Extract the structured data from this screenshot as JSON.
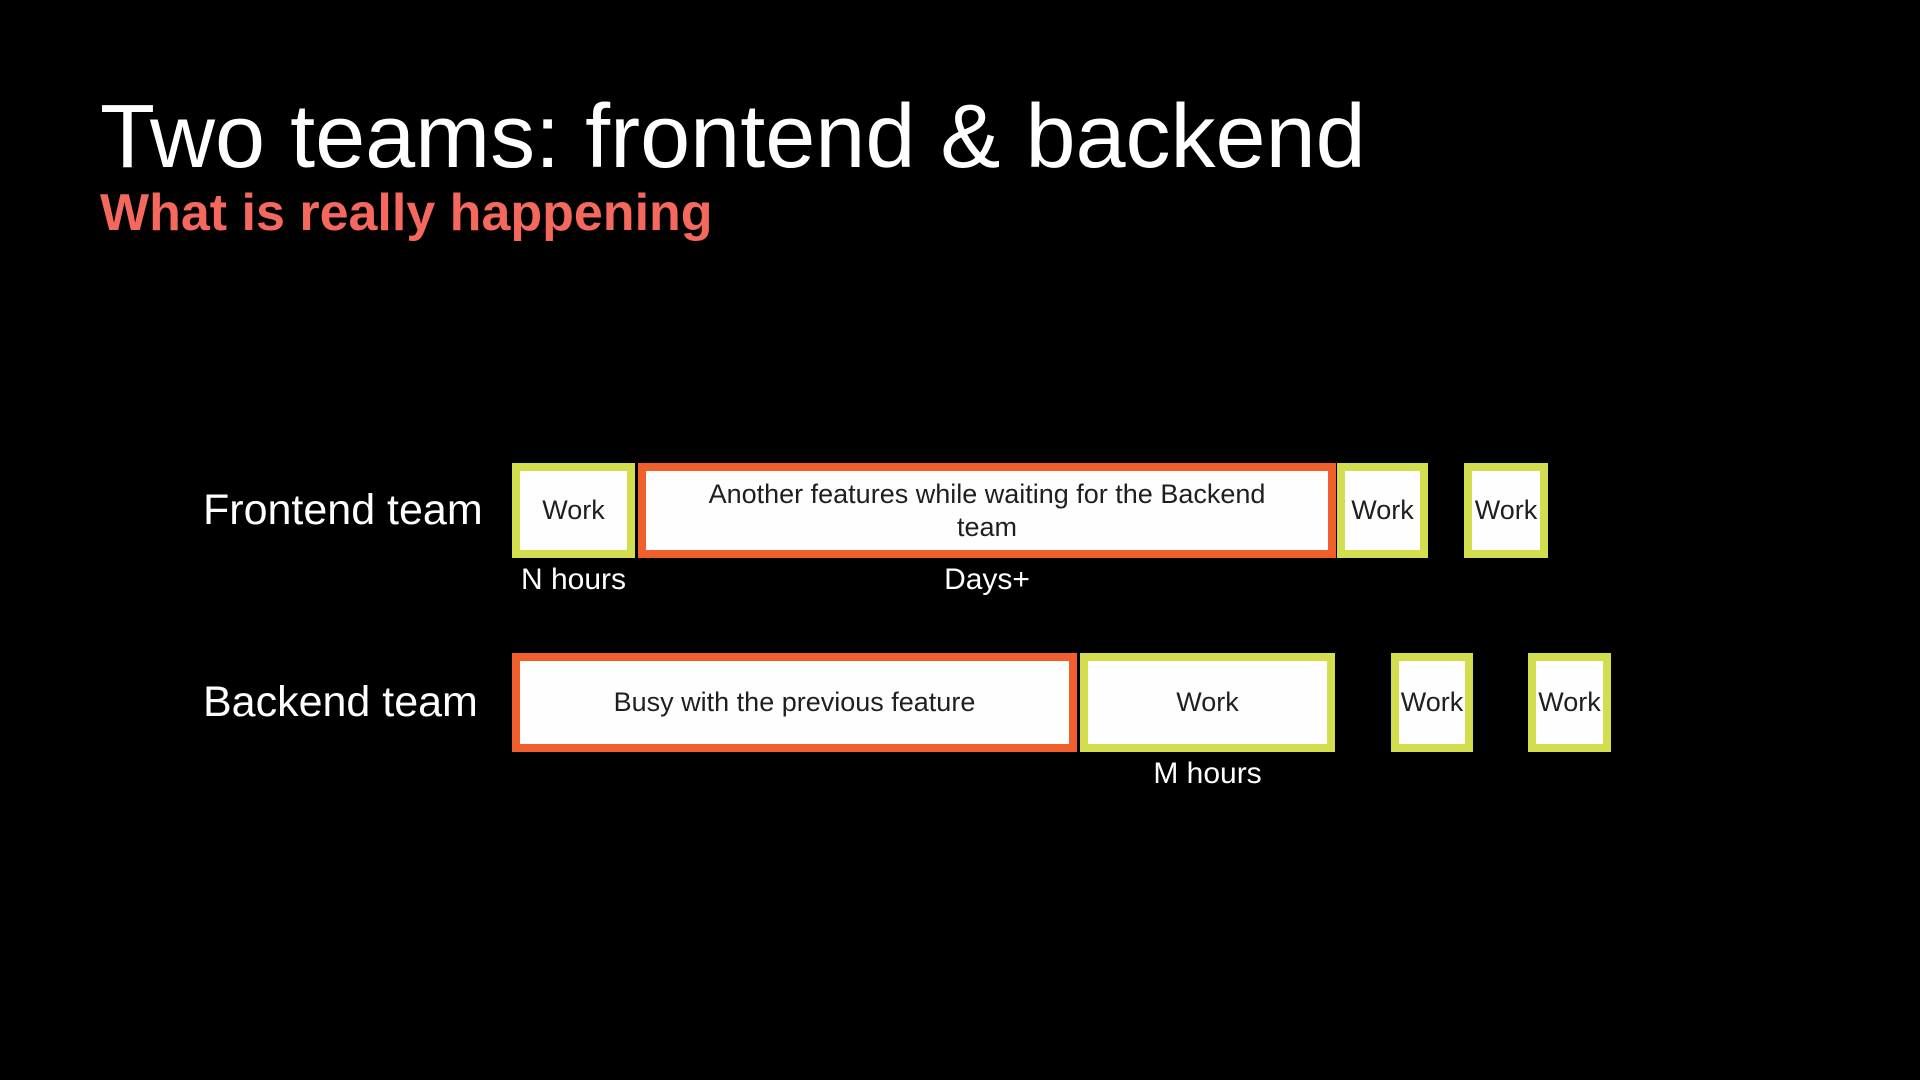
{
  "slide": {
    "title": "Two teams: frontend & backend",
    "subtitle": "What is really happening",
    "colors": {
      "background": "#000000",
      "title_text": "#ffffff",
      "subtitle_text": "#f4685e",
      "lime_border": "#d3de4f",
      "orange_border": "#f15f2d",
      "box_fill": "#fefefe",
      "box_text": "#1f1f1f",
      "label_text": "#ffffff"
    },
    "rows": [
      {
        "label": "Frontend team",
        "boxes": [
          {
            "text": "Work",
            "border": "lime",
            "caption": "N hours"
          },
          {
            "text": "Another features while waiting for the Backend\nteam",
            "border": "orange",
            "caption": "Days+"
          },
          {
            "text": "Work",
            "border": "lime"
          },
          {
            "text": "Work",
            "border": "lime"
          }
        ]
      },
      {
        "label": "Backend team",
        "boxes": [
          {
            "text": "Busy with the previous feature",
            "border": "orange"
          },
          {
            "text": "Work",
            "border": "lime",
            "caption": "M hours"
          },
          {
            "text": "Work",
            "border": "lime"
          },
          {
            "text": "Work",
            "border": "lime"
          }
        ]
      }
    ]
  }
}
